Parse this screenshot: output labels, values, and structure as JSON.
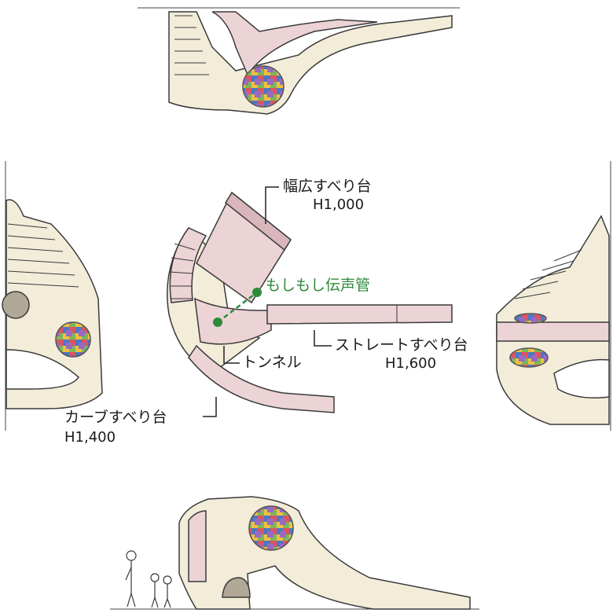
{
  "labels": {
    "wide_slide": {
      "name": "幅広すべり台",
      "height": "H1,000"
    },
    "phone_tube": {
      "name": "もしもし伝声管"
    },
    "straight_slide": {
      "name": "ストレートすべり台",
      "height": "H1,600"
    },
    "tunnel": {
      "name": "トンネル"
    },
    "curve_slide": {
      "name": "カーブすべり台",
      "height": "H1,400"
    }
  },
  "colors": {
    "body": "#f2ecd9",
    "slide": "#ecd3d5",
    "slide_dark": "#d9b6bb",
    "outline": "#3a3a3a",
    "accent_green": "#2e8a3a",
    "mosaic": [
      "#4a78c8",
      "#e0545a",
      "#f0c040",
      "#7ab85a",
      "#9a6ac0",
      "#e88a3a",
      "#5ab0d8"
    ]
  }
}
